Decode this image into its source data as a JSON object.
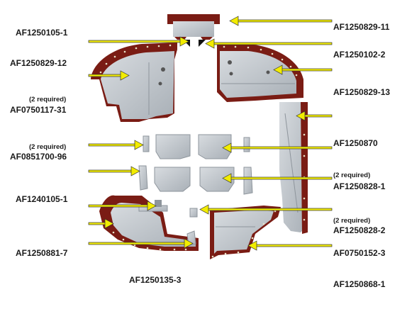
{
  "colors": {
    "rust": "#7a1c14",
    "metal": "#c7ccd1",
    "metal_dark": "#8e959c",
    "arrow": "#f2ec00",
    "arrow_outline": "#333333"
  },
  "labels": {
    "af1250105_1": "AF1250105-1",
    "af1250829_11": "AF1250829-11",
    "af1250102_2": "AF1250102-2",
    "af1250829_12": "AF1250829-12",
    "af1250829_13": "AF1250829-13",
    "af0750117_31": "AF0750117-31",
    "af1250870": "AF1250870",
    "af0851700_96": "AF0851700-96",
    "af1250828_1": "AF1250828-1",
    "af1240105_1": "AF1240105-1",
    "af1250828_2": "AF1250828-2",
    "af1250881_7": "AF1250881-7",
    "af0750152_3": "AF0750152-3",
    "af1250135_3": "AF1250135-3",
    "af1250868_1": "AF1250868-1"
  },
  "notes": {
    "two_required": "(2 required)"
  }
}
